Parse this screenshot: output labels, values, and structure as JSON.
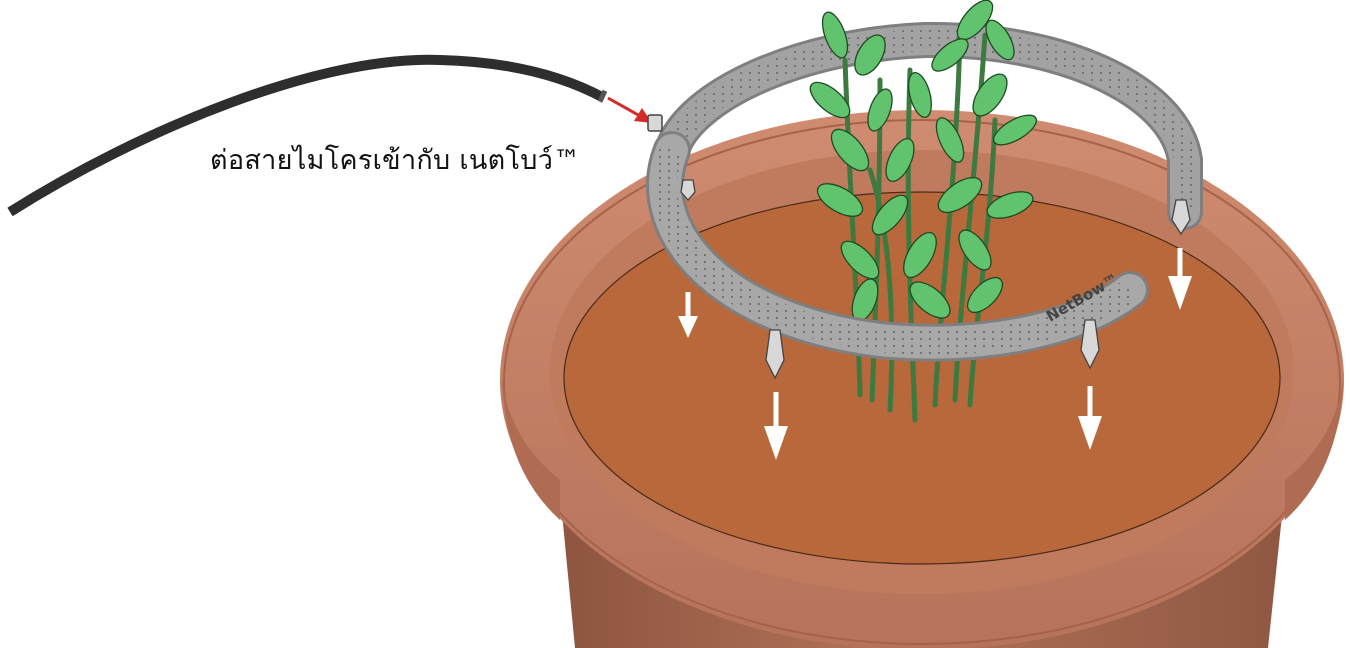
{
  "instruction_label": "ต่อสายไมโครเข้ากับ เนตโบว์™",
  "ring_brand_text": "NetBow™",
  "colors": {
    "hose": "#2e2e2e",
    "pot_rim": "#c88266",
    "pot_body": "#a86a50",
    "soil": "#b8683a",
    "ring": "#9b9b9b",
    "leaf": "#62c36e",
    "stem": "#3d7a40",
    "flow_arrow": "#ffffff",
    "connection_arrow": "#d42a2a"
  },
  "icons": {
    "connection_arrow": "red-arrow",
    "water_flow": "white-down-arrow"
  }
}
